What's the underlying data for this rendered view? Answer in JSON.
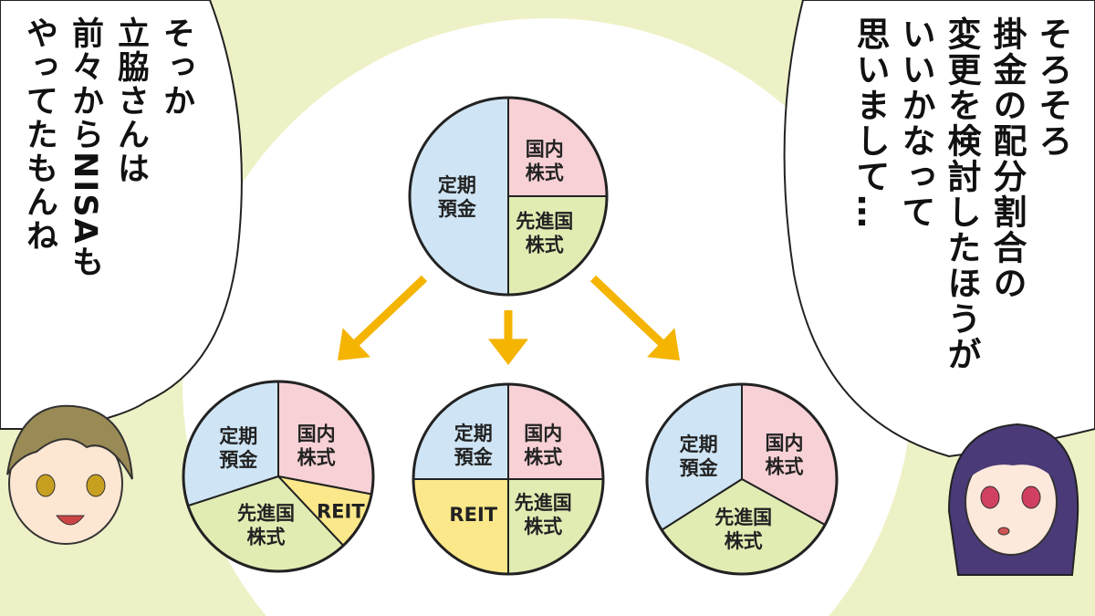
{
  "speech_left": {
    "speaker": "boy",
    "lines": [
      "そっか",
      "立脇さんは",
      "前々からNISAも",
      "やってたもんね"
    ]
  },
  "speech_right": {
    "speaker": "girl",
    "lines": [
      {
        "text": "そろそろ",
        "bold": false
      },
      {
        "text": "掛金の配分割合の",
        "bold": true
      },
      {
        "text": "変更を検討",
        "bold": true,
        "rest": "したほうが"
      },
      {
        "text": "いいかなって",
        "bold": false
      },
      {
        "text": "思いまして…",
        "bold": false
      }
    ]
  },
  "colors": {
    "deposit": "#cfe5f5",
    "domestic": "#f7d1d5",
    "developed": "#e1ecb3",
    "reit": "#fbe88a",
    "arrow": "#f4b400",
    "background": "#eef1c6"
  },
  "chart_data": [
    {
      "type": "pie",
      "slices": [
        {
          "label": "国内\n株式",
          "key": "domestic",
          "value": 25
        },
        {
          "label": "先進国\n株式",
          "key": "developed",
          "value": 25
        },
        {
          "label": "定期\n預金",
          "key": "deposit",
          "value": 50
        }
      ]
    },
    {
      "type": "pie",
      "slices": [
        {
          "label": "国内\n株式",
          "key": "domestic",
          "value": 28
        },
        {
          "label": "REIT",
          "key": "reit",
          "value": 10
        },
        {
          "label": "先進国\n株式",
          "key": "developed",
          "value": 32
        },
        {
          "label": "定期\n預金",
          "key": "deposit",
          "value": 30
        }
      ]
    },
    {
      "type": "pie",
      "slices": [
        {
          "label": "国内\n株式",
          "key": "domestic",
          "value": 25
        },
        {
          "label": "先進国\n株式",
          "key": "developed",
          "value": 25
        },
        {
          "label": "REIT",
          "key": "reit",
          "value": 25
        },
        {
          "label": "定期\n預金",
          "key": "deposit",
          "value": 25
        }
      ]
    },
    {
      "type": "pie",
      "slices": [
        {
          "label": "国内\n株式",
          "key": "domestic",
          "value": 33
        },
        {
          "label": "先進国\n株式",
          "key": "developed",
          "value": 33
        },
        {
          "label": "定期\n預金",
          "key": "deposit",
          "value": 34
        }
      ]
    }
  ]
}
